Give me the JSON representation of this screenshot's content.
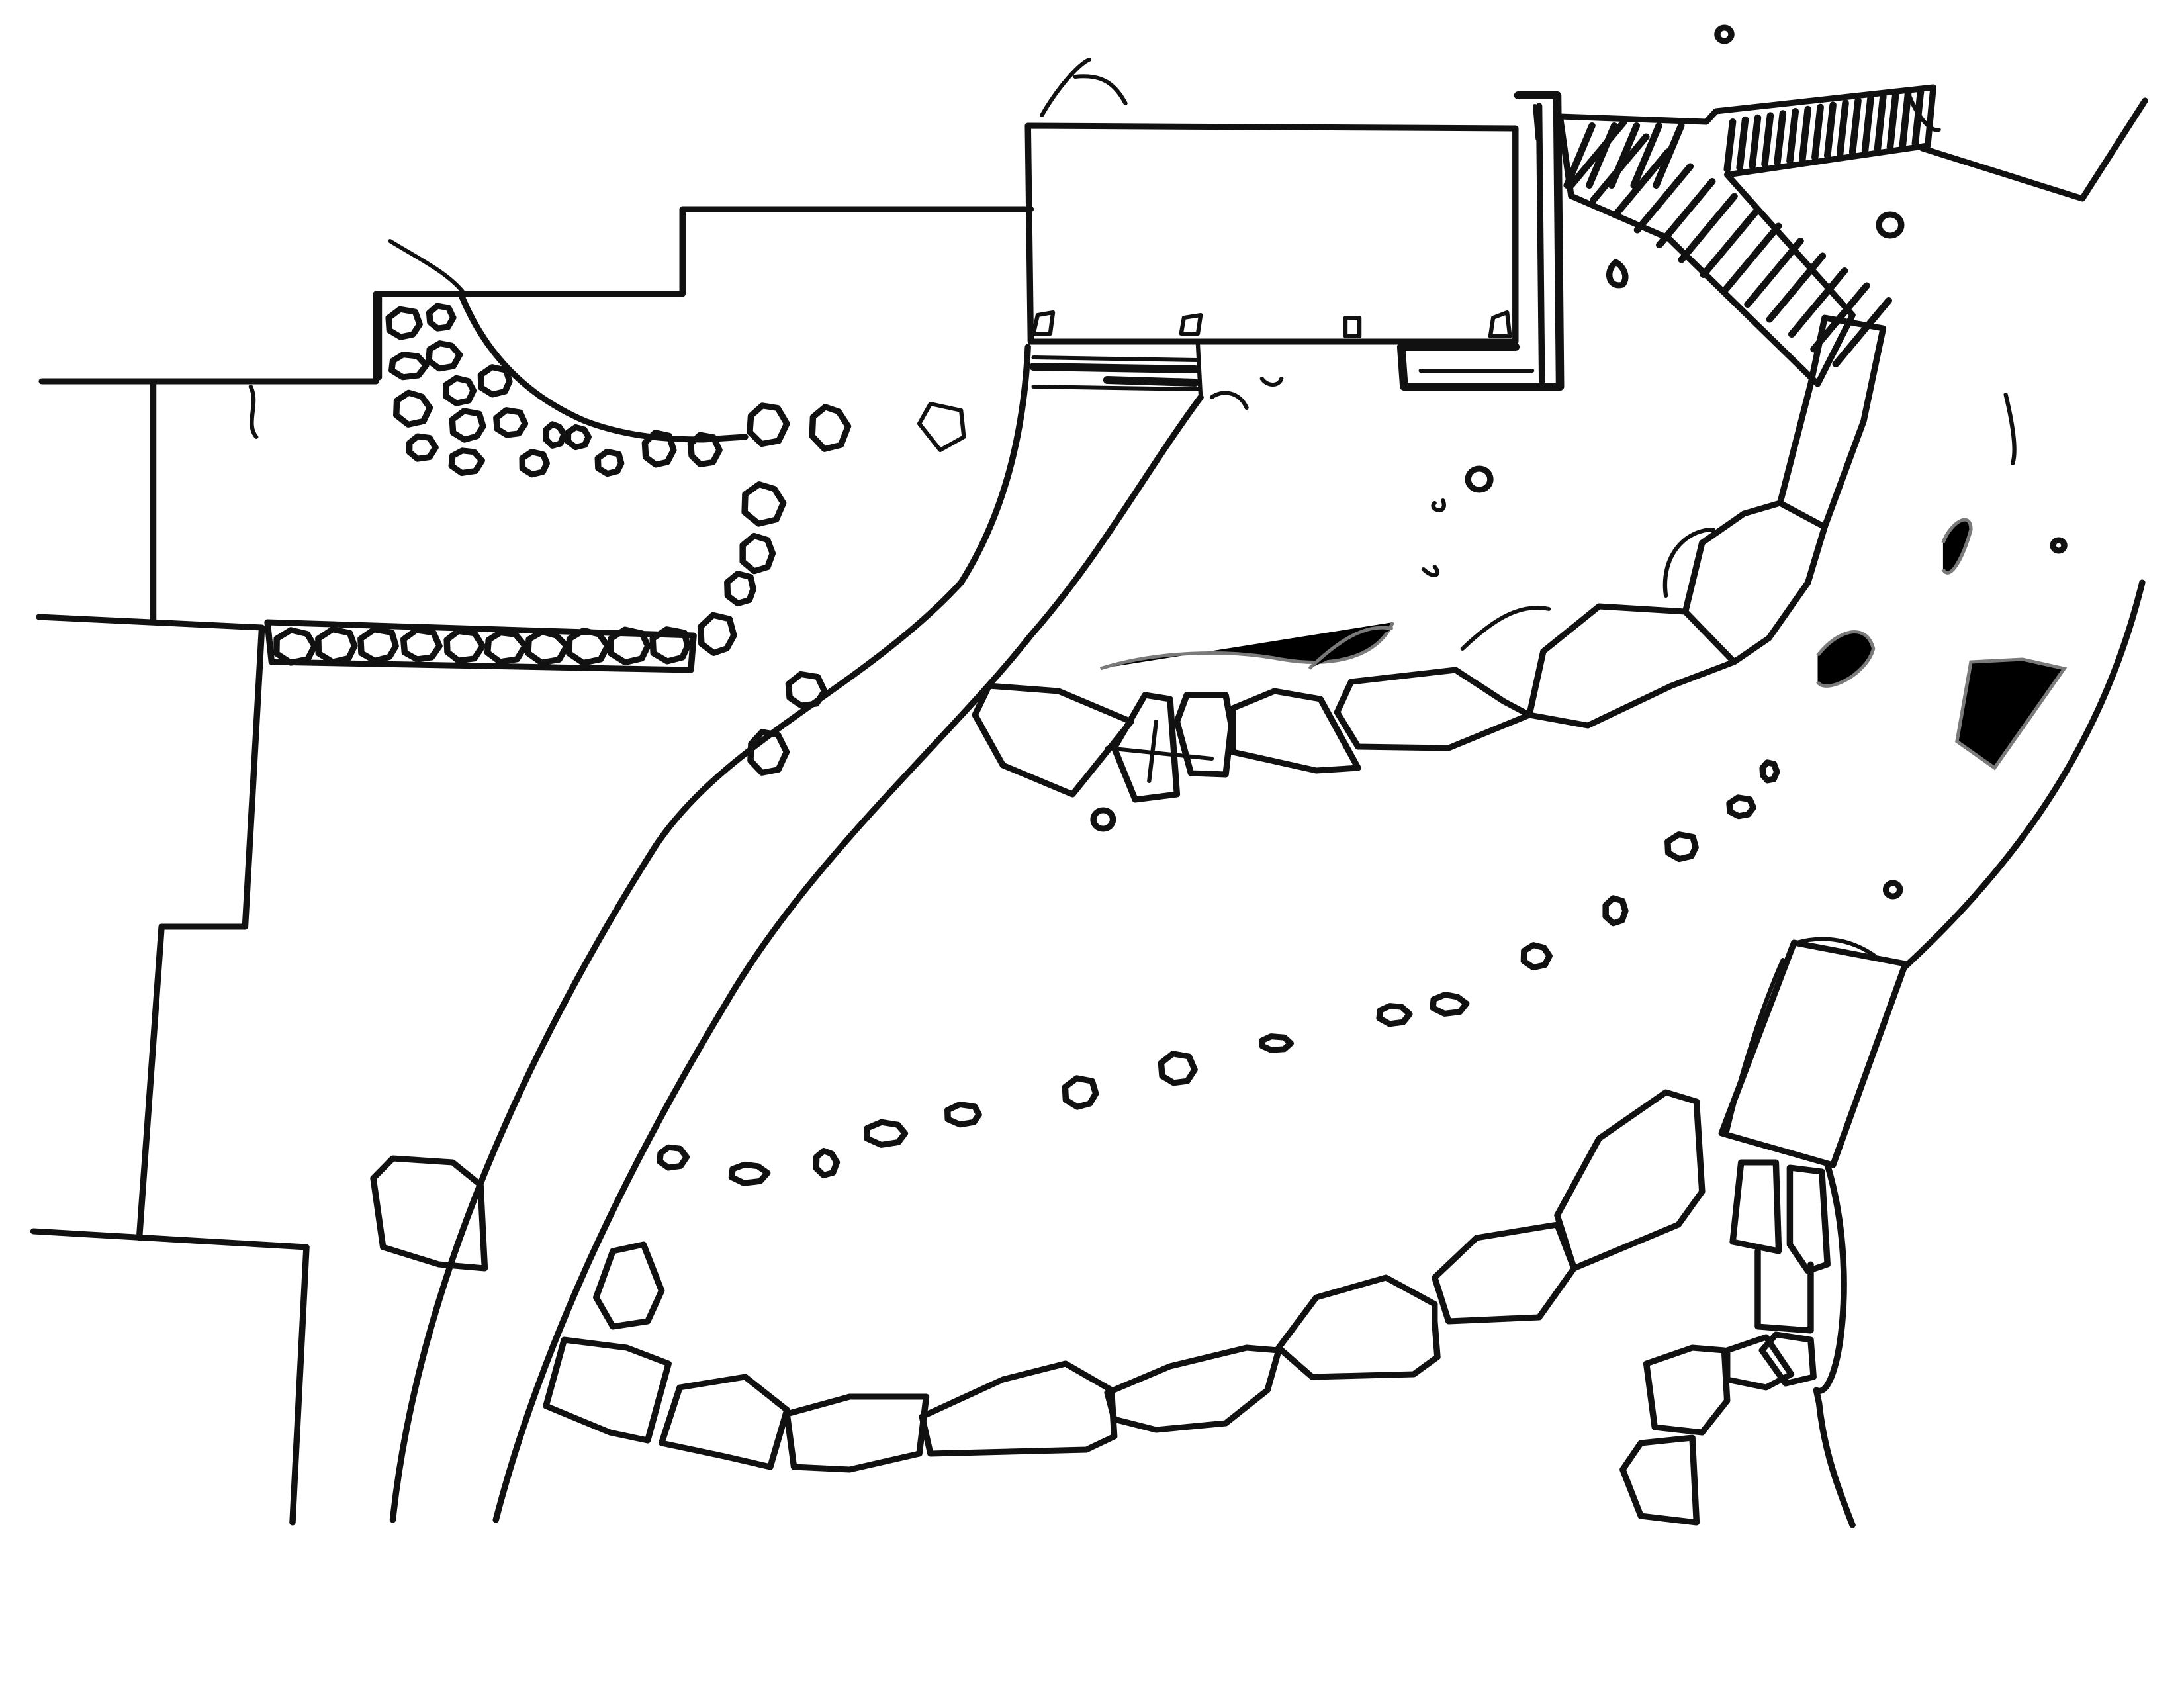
{
  "drawing": {
    "kind": "hand-drawn landscape site plan sketch",
    "ink_color": "#111111",
    "paper_color": "#ffffff",
    "elements": [
      "house-outline",
      "curved-driveway",
      "deck-building",
      "hatched-stairs",
      "boulder-border",
      "stepping-stones",
      "garden-shed",
      "flagstone-patio",
      "shrub-markers"
    ]
  }
}
